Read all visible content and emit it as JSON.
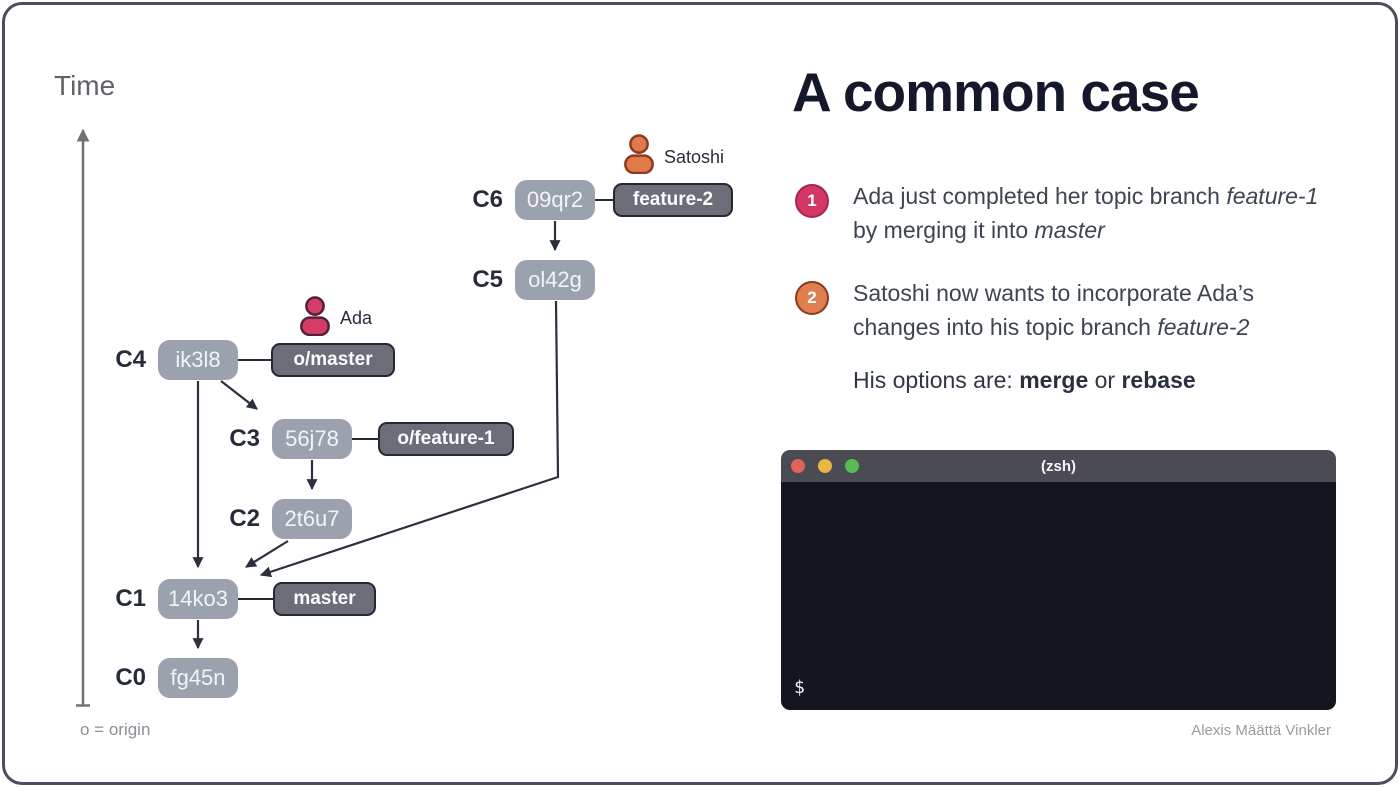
{
  "slide": {
    "title": "A common case",
    "credit": "Alexis Määttä Vinkler"
  },
  "diagram": {
    "time_label": "Time",
    "origin_note": "o = origin",
    "commits": [
      {
        "id": "C6",
        "hash": "09qr2"
      },
      {
        "id": "C5",
        "hash": "ol42g"
      },
      {
        "id": "C4",
        "hash": "ik3l8"
      },
      {
        "id": "C3",
        "hash": "56j78"
      },
      {
        "id": "C2",
        "hash": "2t6u7"
      },
      {
        "id": "C1",
        "hash": "14ko3"
      },
      {
        "id": "C0",
        "hash": "fg45n"
      }
    ],
    "branches": [
      {
        "label": "feature-2"
      },
      {
        "label": "o/master"
      },
      {
        "label": "o/feature-1"
      },
      {
        "label": "master"
      }
    ],
    "avatars": [
      {
        "name": "Satoshi"
      },
      {
        "name": "Ada"
      }
    ]
  },
  "bullets": [
    {
      "num": "1",
      "t1": "Ada just completed her topic branch ",
      "t2": "feature-1",
      "t3": " by merging it into ",
      "t4": "master"
    },
    {
      "num": "2",
      "t1": "Satoshi now wants to incorporate Ada’s changes into his topic branch ",
      "t2": "feature-2"
    }
  ],
  "options": {
    "t1": "His options are: ",
    "b1": "merge",
    "t2": " or ",
    "b2": "rebase"
  },
  "terminal": {
    "title": "(zsh)",
    "prompt": "$"
  },
  "colors": {
    "ada_fill": "#d63d66",
    "ada_stroke": "#55203a",
    "satoshi_fill": "#e07a4b",
    "satoshi_stroke": "#8c3a20",
    "step1": "#d23765",
    "step2": "#df7e4e",
    "node_bg": "#9ba1ad",
    "branch_bg": "#6b6e79",
    "terminal_bg": "#131520",
    "titlebar_bg": "#4b4b54",
    "dot_red": "#e0635a",
    "dot_yellow": "#e8b546",
    "dot_green": "#57bb54"
  }
}
